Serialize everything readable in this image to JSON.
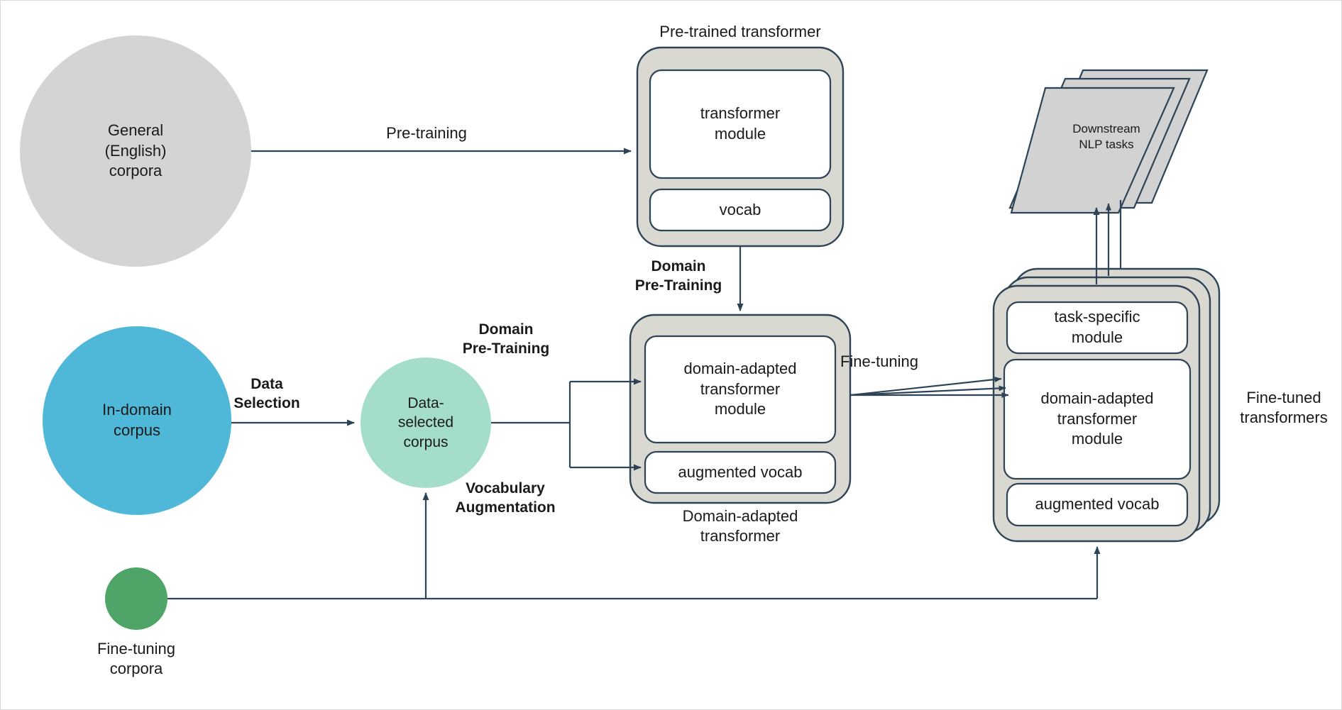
{
  "diagram": {
    "title": "Domain adaptation pipeline for transformers",
    "background": "#ffffff",
    "stroke": "#2e4356",
    "container_fill": "#d9d9d2",
    "module_fill": "#ffffff",
    "colors": {
      "general_corpora": "#d4d4d4",
      "in_domain_corpus": "#4fb8d8",
      "data_selected_corpus": "#a5ddcb",
      "fine_tuning_corpora": "#4fa567",
      "downstream_tasks": "#d2d2d2",
      "line": "#2e4356",
      "text": "#1a1a1a"
    }
  },
  "nodes": {
    "general_corpora": {
      "label": "General\n(English)\ncorpora",
      "shape": "circle"
    },
    "in_domain_corpus": {
      "label": "In-domain\ncorpus",
      "shape": "circle"
    },
    "data_selected_corpus": {
      "label": "Data-\nselected\ncorpus",
      "shape": "circle"
    },
    "fine_tuning_corpora": {
      "circle_label": "",
      "caption": "Fine-tuning\ncorpora",
      "shape": "circle"
    },
    "pretrained_transformer": {
      "caption": "Pre-trained transformer",
      "caption_position": "above",
      "modules": [
        {
          "label": "transformer\nmodule"
        },
        {
          "label": "vocab"
        }
      ]
    },
    "domain_adapted_transformer": {
      "caption": "Domain-adapted\ntransformer",
      "caption_position": "below",
      "modules": [
        {
          "label": "domain-adapted\ntransformer\nmodule"
        },
        {
          "label": "augmented vocab"
        }
      ]
    },
    "fine_tuned_transformers": {
      "caption": "Fine-tuned\ntransformers",
      "caption_position": "right",
      "stack_count": 3,
      "modules": [
        {
          "label": "task-specific\nmodule"
        },
        {
          "label": "domain-adapted\ntransformer\nmodule"
        },
        {
          "label": "augmented vocab"
        }
      ]
    },
    "downstream_tasks": {
      "label": "Downstream\nNLP tasks",
      "shape": "parallelogram-stack",
      "stack_count": 3
    }
  },
  "edges": [
    {
      "from": "general_corpora",
      "to": "pretrained_transformer",
      "label": "Pre-training",
      "bold": false
    },
    {
      "from": "pretrained_transformer",
      "to": "domain_adapted_transformer",
      "label": "Domain\nPre-Training",
      "bold": true
    },
    {
      "from": "in_domain_corpus",
      "to": "data_selected_corpus",
      "label": "Data\nSelection",
      "bold": true
    },
    {
      "from": "data_selected_corpus",
      "to": "domain_adapted_transformer_module",
      "label": "Domain\nPre-Training",
      "bold": true
    },
    {
      "from": "data_selected_corpus",
      "to": "augmented_vocab",
      "label": "Vocabulary\nAugmentation",
      "bold": true
    },
    {
      "from": "domain_adapted_transformer",
      "to": "fine_tuned_transformers",
      "label": "Fine-tuning",
      "bold": false
    },
    {
      "from": "fine_tuned_transformers",
      "to": "downstream_tasks",
      "label": "",
      "bold": false
    },
    {
      "from": "fine_tuning_corpora",
      "to": "data_selected_corpus",
      "label": "",
      "bold": false
    },
    {
      "from": "fine_tuning_corpora",
      "to": "fine_tuned_transformers",
      "label": "",
      "bold": false
    }
  ],
  "labels": {
    "pre_training": "Pre-training",
    "domain_pre_training_top": "Domain\nPre-Training",
    "domain_pre_training_mid": "Domain\nPre-Training",
    "data_selection": "Data\nSelection",
    "vocabulary_augmentation": "Vocabulary\nAugmentation",
    "fine_tuning": "Fine-tuning",
    "pretrained_transformer_caption": "Pre-trained transformer",
    "domain_adapted_caption": "Domain-adapted\ntransformer",
    "fine_tuned_caption": "Fine-tuned\ntransformers",
    "downstream_tasks": "Downstream\nNLP tasks",
    "general_corpora": "General\n(English)\ncorpora",
    "in_domain_corpus": "In-domain\ncorpus",
    "data_selected_corpus": "Data-\nselected\ncorpus",
    "fine_tuning_corpora": "Fine-tuning\ncorpora",
    "transformer_module": "transformer\nmodule",
    "vocab": "vocab",
    "domain_adapted_module": "domain-adapted\ntransformer\nmodule",
    "augmented_vocab": "augmented vocab",
    "task_specific_module": "task-specific\nmodule",
    "ft_domain_adapted_module": "domain-adapted\ntransformer\nmodule",
    "ft_augmented_vocab": "augmented vocab"
  }
}
